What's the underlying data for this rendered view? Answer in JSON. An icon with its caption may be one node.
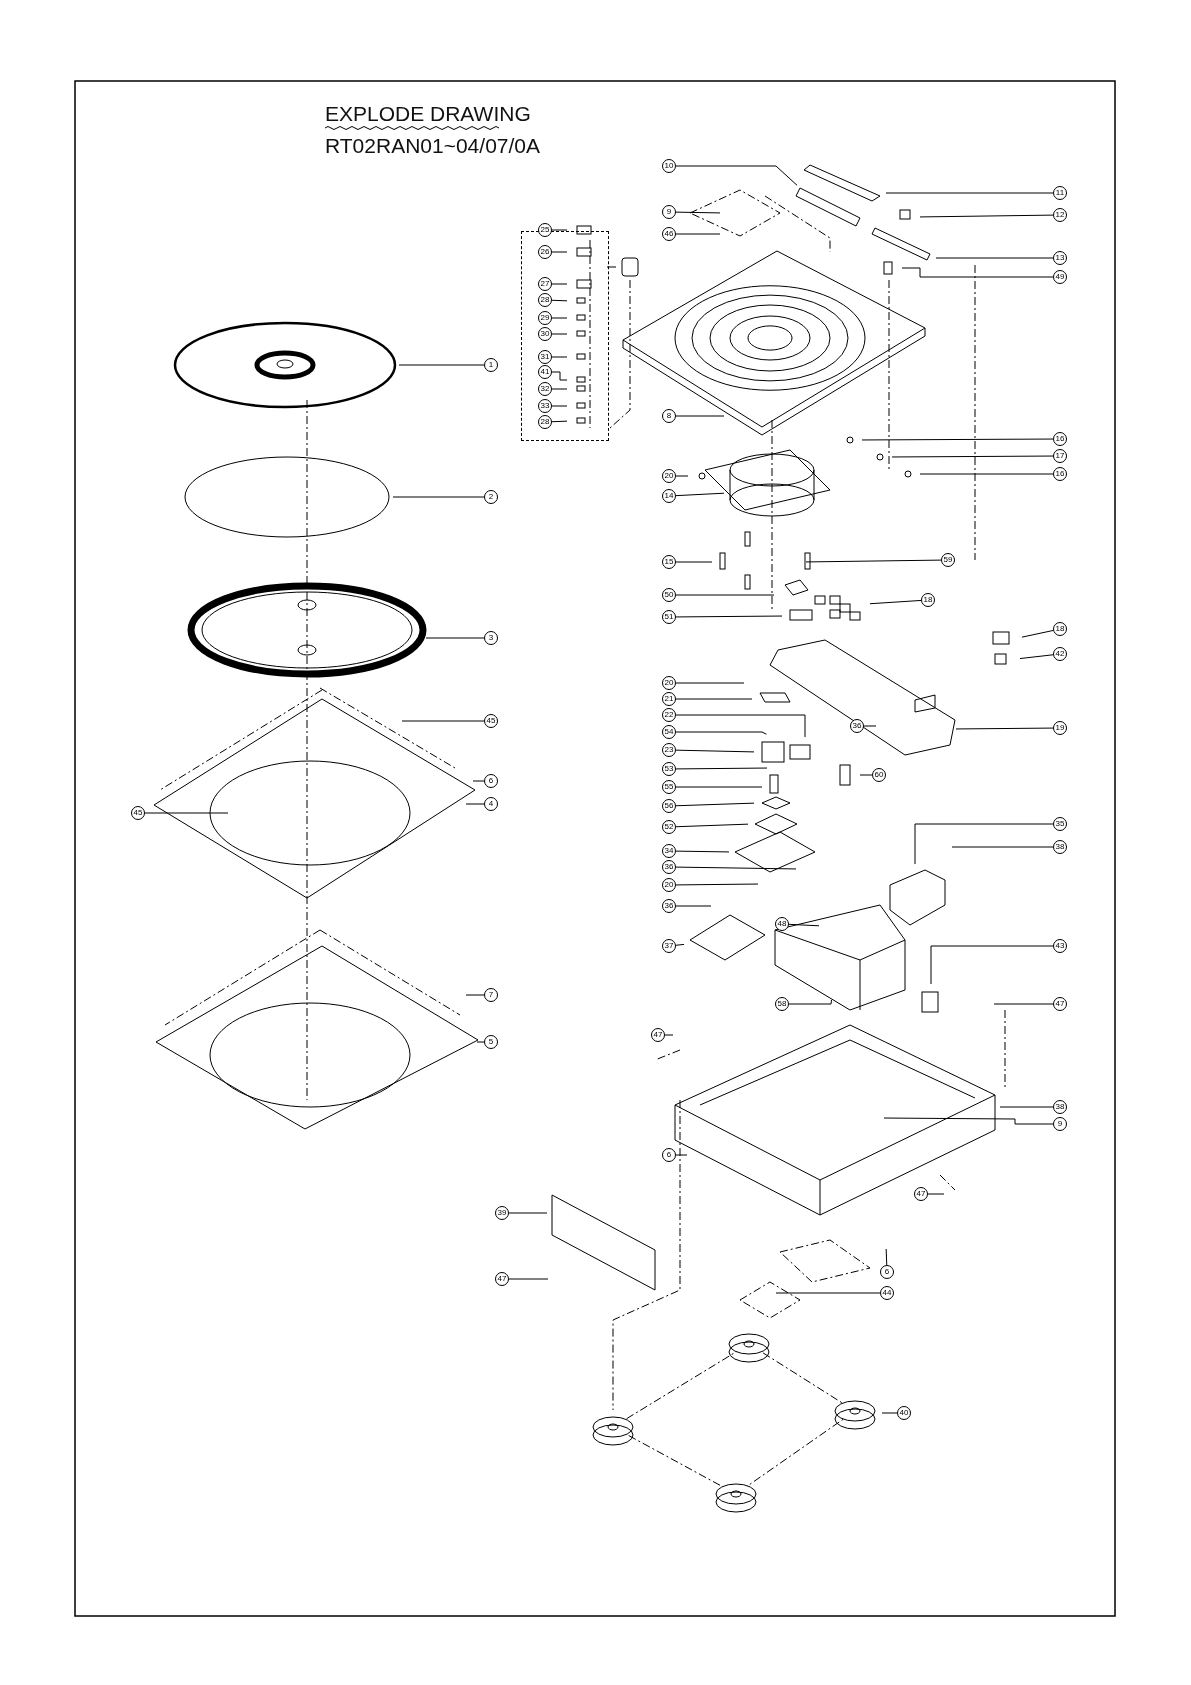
{
  "diagram": {
    "title": "EXPLODE DRAWING",
    "nodes": [
      {
        "text": [
          "1"
        ]
      },
      {
        "text": [
          "2"
        ]
      },
      {
        "text": [
          "3"
        ]
      },
      {
        "text": [
          "45"
        ]
      },
      {
        "text": [
          "6"
        ]
      },
      {
        "text": [
          "4"
        ]
      },
      {
        "text": [
          "45"
        ]
      },
      {
        "text": [
          "7"
        ]
      },
      {
        "text": [
          "5"
        ]
      },
      {
        "text": [],
        "shape": "box"
      },
      {
        "text": [
          "25"
        ],
        "in": 9
      },
      {
        "text": [
          "26"
        ],
        "in": 9
      },
      {
        "text": [
          "27"
        ],
        "in": 9
      },
      {
        "text": [
          "28"
        ],
        "in": 9
      },
      {
        "text": [
          "29"
        ],
        "in": 9
      },
      {
        "text": [
          "30"
        ],
        "in": 9
      },
      {
        "text": [
          "31"
        ],
        "in": 9
      },
      {
        "text": [
          "41"
        ],
        "in": 9
      },
      {
        "text": [
          "32"
        ],
        "in": 9
      },
      {
        "text": [
          "33"
        ],
        "in": 9
      },
      {
        "text": [
          "28"
        ],
        "in": 9
      },
      {
        "text": [
          "10"
        ]
      },
      {
        "text": [
          "11"
        ]
      },
      {
        "text": [
          "9"
        ]
      },
      {
        "text": [
          "12"
        ]
      },
      {
        "text": [
          "46"
        ]
      },
      {
        "text": [
          "13"
        ]
      },
      {
        "text": [
          "49"
        ]
      },
      {
        "text": [
          "8"
        ]
      },
      {
        "text": [
          "16"
        ]
      },
      {
        "text": [
          "17"
        ]
      },
      {
        "text": [
          "16"
        ]
      },
      {
        "text": [
          "20"
        ]
      },
      {
        "text": [
          "14"
        ]
      },
      {
        "text": [
          "15"
        ]
      },
      {
        "text": [
          "59"
        ]
      },
      {
        "text": [
          "50"
        ]
      },
      {
        "text": [
          "18"
        ]
      },
      {
        "text": [
          "51"
        ]
      },
      {
        "text": [
          "18"
        ]
      },
      {
        "text": [
          "42"
        ]
      },
      {
        "text": [
          "20"
        ]
      },
      {
        "text": [
          "21"
        ]
      },
      {
        "text": [
          "22"
        ]
      },
      {
        "text": [
          "36"
        ]
      },
      {
        "text": [
          "19"
        ]
      },
      {
        "text": [
          "54"
        ]
      },
      {
        "text": [
          "23"
        ]
      },
      {
        "text": [
          "53"
        ]
      },
      {
        "text": [
          "60"
        ]
      },
      {
        "text": [
          "55"
        ]
      },
      {
        "text": [
          "56"
        ]
      },
      {
        "text": [
          "52"
        ]
      },
      {
        "text": [
          "35"
        ]
      },
      {
        "text": [
          "34"
        ]
      },
      {
        "text": [
          "38"
        ]
      },
      {
        "text": [
          "36"
        ]
      },
      {
        "text": [
          "20"
        ]
      },
      {
        "text": [
          "36"
        ]
      },
      {
        "text": [
          "48"
        ]
      },
      {
        "text": [
          "37"
        ]
      },
      {
        "text": [
          "43"
        ]
      },
      {
        "text": [
          "58"
        ]
      },
      {
        "text": [
          "47"
        ]
      },
      {
        "text": [
          "47"
        ]
      },
      {
        "text": [
          "38"
        ]
      },
      {
        "text": [
          "9"
        ]
      },
      {
        "text": [
          "6"
        ]
      },
      {
        "text": [
          "47"
        ]
      },
      {
        "text": [
          "39"
        ]
      },
      {
        "text": [
          "47"
        ]
      },
      {
        "text": [
          "6"
        ]
      },
      {
        "text": [
          "44"
        ]
      },
      {
        "text": [
          "40"
        ]
      }
    ],
    "edges": [
      {
        "from": 0,
        "to": null,
        "arrow": "none"
      },
      {
        "from": 1,
        "to": null,
        "arrow": "none"
      },
      {
        "from": 2,
        "to": null,
        "arrow": "none"
      },
      {
        "from": 3,
        "to": null,
        "arrow": "none"
      },
      {
        "from": 4,
        "to": null,
        "arrow": "none"
      },
      {
        "from": 5,
        "to": null,
        "arrow": "none"
      },
      {
        "from": 6,
        "to": null,
        "arrow": "none"
      },
      {
        "from": 7,
        "to": null,
        "arrow": "none"
      },
      {
        "from": 8,
        "to": null,
        "arrow": "none"
      },
      {
        "from": 9,
        "to": null,
        "arrow": "none"
      },
      {
        "from": 10,
        "to": null,
        "arrow": "none"
      },
      {
        "from": 11,
        "to": null,
        "arrow": "none"
      },
      {
        "from": 12,
        "to": null,
        "arrow": "none"
      },
      {
        "from": 13,
        "to": null,
        "arrow": "none"
      },
      {
        "from": 14,
        "to": null,
        "arrow": "none"
      },
      {
        "from": 15,
        "to": null,
        "arrow": "none"
      },
      {
        "from": 16,
        "to": null,
        "arrow": "none"
      },
      {
        "from": 17,
        "to": null,
        "arrow": "none"
      },
      {
        "from": 18,
        "to": null,
        "arrow": "none"
      },
      {
        "from": 19,
        "to": null,
        "arrow": "none"
      },
      {
        "from": 20,
        "to": null,
        "arrow": "none"
      },
      {
        "from": 21,
        "to": null,
        "arrow": "none"
      },
      {
        "from": 22,
        "to": null,
        "arrow": "none"
      },
      {
        "from": 23,
        "to": null,
        "arrow": "none"
      },
      {
        "from": 24,
        "to": null,
        "arrow": "none"
      },
      {
        "from": 25,
        "to": null,
        "arrow": "none"
      },
      {
        "from": 26,
        "to": null,
        "arrow": "none"
      },
      {
        "from": 27,
        "to": null,
        "arrow": "none"
      },
      {
        "from": 28,
        "to": null,
        "arrow": "none"
      },
      {
        "from": 29,
        "to": null,
        "arrow": "none"
      },
      {
        "from": 30,
        "to": null,
        "arrow": "none"
      },
      {
        "from": 31,
        "to": null,
        "arrow": "none"
      },
      {
        "from": 32,
        "to": null,
        "arrow": "none"
      },
      {
        "from": 33,
        "to": null,
        "arrow": "none"
      },
      {
        "from": 34,
        "to": null,
        "arrow": "none"
      },
      {
        "from": 35,
        "to": null,
        "arrow": "none"
      },
      {
        "from": 36,
        "to": null,
        "arrow": "none"
      },
      {
        "from": 37,
        "to": null,
        "arrow": "none"
      },
      {
        "from": 38,
        "to": null,
        "arrow": "none"
      },
      {
        "from": 39,
        "to": null,
        "arrow": "none"
      },
      {
        "from": 40,
        "to": null,
        "arrow": "none"
      },
      {
        "from": 41,
        "to": null,
        "arrow": "none"
      },
      {
        "from": 42,
        "to": null,
        "arrow": "none"
      },
      {
        "from": 43,
        "to": null,
        "arrow": "none"
      },
      {
        "from": 44,
        "to": null,
        "arrow": "none"
      },
      {
        "from": 45,
        "to": null,
        "arrow": "none"
      },
      {
        "from": 46,
        "to": null,
        "arrow": "none"
      },
      {
        "from": 47,
        "to": null,
        "arrow": "none"
      },
      {
        "from": 48,
        "to": null,
        "arrow": "none"
      },
      {
        "from": 49,
        "to": null,
        "arrow": "none"
      },
      {
        "from": 50,
        "to": null,
        "arrow": "none"
      },
      {
        "from": 51,
        "to": null,
        "arrow": "none"
      },
      {
        "from": 52,
        "to": null,
        "arrow": "none"
      },
      {
        "from": 53,
        "to": null,
        "arrow": "none"
      },
      {
        "from": 54,
        "to": null,
        "arrow": "none"
      },
      {
        "from": 55,
        "to": null,
        "arrow": "none"
      },
      {
        "from": 56,
        "to": null,
        "arrow": "none"
      },
      {
        "from": 57,
        "to": null,
        "arrow": "none"
      },
      {
        "from": 58,
        "to": null,
        "arrow": "none"
      },
      {
        "from": 59,
        "to": null,
        "arrow": "none"
      },
      {
        "from": 60,
        "to": null,
        "arrow": "none"
      },
      {
        "from": 61,
        "to": null,
        "arrow": "none"
      },
      {
        "from": 62,
        "to": null,
        "arrow": "none"
      },
      {
        "from": 63,
        "to": null,
        "arrow": "none"
      },
      {
        "from": 64,
        "to": null,
        "arrow": "none"
      },
      {
        "from": 65,
        "to": null,
        "arrow": "none"
      },
      {
        "from": 66,
        "to": null,
        "arrow": "none"
      },
      {
        "from": 67,
        "to": null,
        "arrow": "none"
      },
      {
        "from": 68,
        "to": null,
        "arrow": "none"
      },
      {
        "from": 69,
        "to": null,
        "arrow": "none"
      },
      {
        "from": 70,
        "to": null,
        "arrow": "none"
      },
      {
        "from": 71,
        "to": null,
        "arrow": "none"
      },
      {
        "from": 72,
        "to": null,
        "arrow": "none"
      },
      {
        "from": 73,
        "to": null,
        "arrow": "none"
      }
    ],
    "labels": [
      "RT02RAN01~04/07/0A"
    ]
  }
}
